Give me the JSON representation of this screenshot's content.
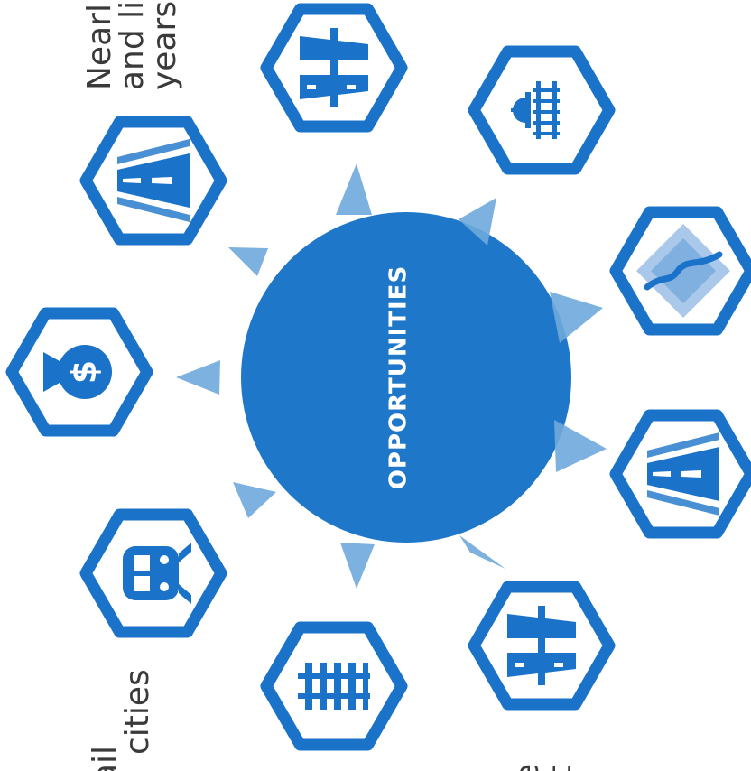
{
  "hub": {
    "label": "OPPORTUNITIES"
  },
  "colors": {
    "primary": "#1a73c8",
    "hub": "#1f77c9",
    "arrow": "#6fa8dc"
  },
  "nodes": [
    {
      "id": "highway-top",
      "icon": "divided-highway-icon"
    },
    {
      "id": "railroad-capitol",
      "icon": "railroad-capitol-icon"
    },
    {
      "id": "river",
      "icon": "river-icon"
    },
    {
      "id": "road-right",
      "icon": "road-icon"
    },
    {
      "id": "highway-bottom-right",
      "icon": "divided-highway-icon"
    },
    {
      "id": "rail-track",
      "icon": "rail-track-icon"
    },
    {
      "id": "train",
      "icon": "train-icon"
    },
    {
      "id": "funding",
      "icon": "money-bag-icon"
    },
    {
      "id": "road-top-left",
      "icon": "road-icon"
    }
  ],
  "edge_text": {
    "top_right": [
      "Nearl",
      "and li",
      "years"
    ],
    "bottom_left": [
      "ail",
      "cities"
    ],
    "bottom_center": [
      "e",
      "t"
    ]
  }
}
